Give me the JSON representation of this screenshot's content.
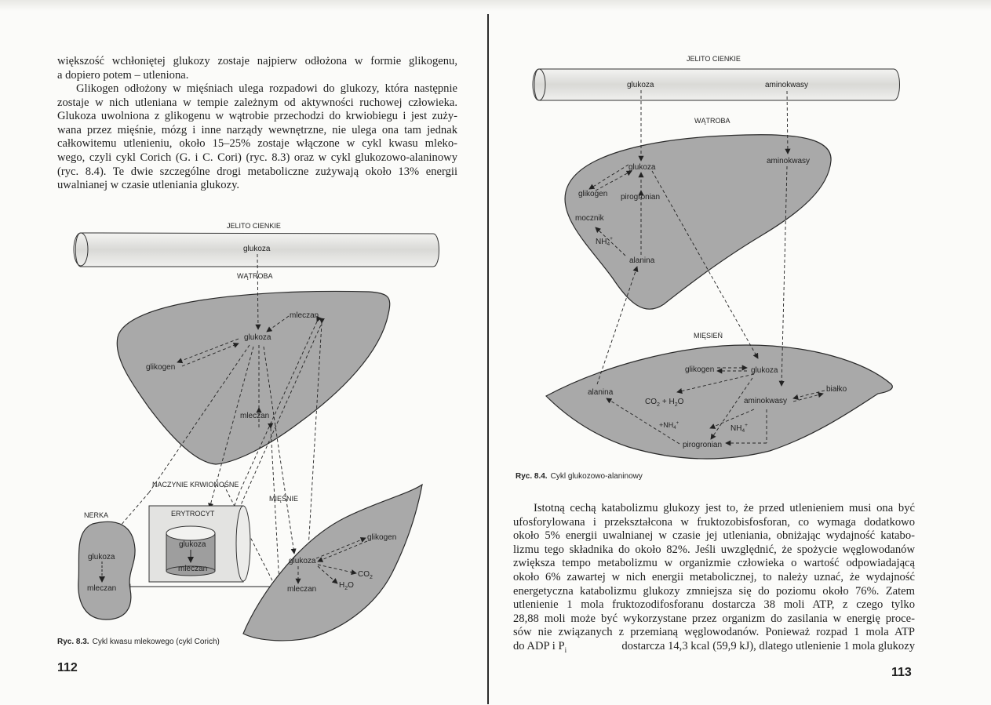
{
  "left_page": {
    "paragraphs": [
      {
        "lines": [
          "większość wchłoniętej glukozy zostaje najpierw odłożona w formie glikogenu,",
          "a dopiero potem – utleniona."
        ]
      },
      {
        "lines": [
          "Glikogen odłożony w mięśniach ulega rozpadowi do glukozy, która następnie",
          "zostaje w nich utleniana w tempie zależnym od aktywności ruchowej człowieka.",
          "Glukoza uwolniona z glikogenu w wątrobie przechodzi do krwiobiegu i jest zuży-",
          "wana przez mięśnie, mózg i inne narządy wewnętrzne, nie ulega ona tam jednak",
          "całkowitemu utlenieniu, około 15–25% zostaje włączone w cykl kwasu mleko-",
          "wego, czyli cykl Corich (G. i C. Cori) (ryc. 8.3) oraz w cykl glukozowo-alaninowy",
          "(ryc. 8.4). Te dwie szczególne drogi metaboliczne zużywają około 13% energii",
          "uwalnianej w czasie utleniania glukozy."
        ]
      }
    ],
    "figure": {
      "caption_num": "Ryc. 8.3.",
      "caption_text": "Cykl kwasu mlekowego (cykl Corich)",
      "labels": {
        "intestine": "JELITO CIENKIE",
        "intestine_glucose": "glukoza",
        "liver": "WĄTROBA",
        "liver_lactate_top": "mleczan",
        "liver_glucose": "glukoza",
        "liver_glycogen": "glikogen",
        "liver_lactate_mid": "mleczan",
        "vessels": "NACZYNIE KRWIONOŚNE",
        "muscle": "MIĘŚNIE",
        "kidney": "NERKA",
        "kidney_glucose": "glukoza",
        "kidney_lactate": "mleczan",
        "erythrocyte": "ERYTROCYT",
        "ery_glucose": "glukoza",
        "ery_lactate": "mleczan",
        "muscle_glycogen": "glikogen",
        "muscle_glucose": "glukoza",
        "muscle_co2": "CO",
        "muscle_h2o": "H",
        "muscle_lactate": "mleczan"
      }
    },
    "page_number": "112"
  },
  "right_page": {
    "figure": {
      "caption_num": "Ryc. 8.4.",
      "caption_text": "Cykl glukozowo-alaninowy",
      "labels": {
        "intestine": "JELITO CIENKIE",
        "intestine_glucose": "glukoza",
        "intestine_amino": "aminokwasy",
        "liver": "WĄTROBA",
        "liver_amino": "aminokwasy",
        "liver_glucose": "glukoza",
        "liver_glycogen": "glikogen",
        "liver_pyruvate": "pirogronian",
        "liver_urea": "mocznik",
        "liver_nh4": "NH",
        "liver_alanine": "alanina",
        "muscle": "MIĘSIEŃ",
        "muscle_glycogen": "glikogen",
        "muscle_glucose": "glukoza",
        "muscle_protein": "białko",
        "muscle_alanine": "alanina",
        "muscle_co2": "CO",
        "muscle_h2o": "+ H",
        "muscle_amino": "aminokwasy",
        "muscle_nh4_left": "+NH",
        "muscle_nh4_right": "NH",
        "muscle_pyruvate": "pirogronian"
      }
    },
    "paragraph": {
      "lines": [
        "Istotną cechą katabolizmu glukozy jest to, że przed utlenieniem musi ona być",
        "ufosforylowana i przekształcona w fruktozobisfosforan, co wymaga dodatkowo",
        "około 5% energii uwalnianej w czasie jej utleniania, obniżając wydajność katabo-",
        "lizmu tego składnika do około 82%. Jeśli uwzględnić, że spożycie węglowodanów",
        "zwiększa tempo metabolizmu w organizmie człowieka o wartość odpowiadającą",
        "około 6% zawartej w nich energii metabolicznej, to należy uznać, że wydajność",
        "energetyczna katabolizmu glukozy zmniejsza się do poziomu około 76%. Zatem",
        "utlenienie 1 mola fruktozodifosforanu dostarcza 38 moli ATP, z czego tylko",
        "28,88 moli może być wykorzystane przez organizm do zasilania w energię proce-",
        "sów nie związanych z przemianą węglowodanów. Ponieważ rozpad 1 mola ATP",
        "do ADP i P",
        "dostarcza 14,3 kcal (59,9 kJ), dlatego utlenienie 1 mola glukozy"
      ]
    },
    "page_number": "113"
  },
  "colors": {
    "organ_fill": "#a9a9a9",
    "organ_stroke": "#2a2a2a",
    "tube_fill": "#e3e3e1",
    "ink": "#1f1f1f",
    "paper": "#fbfbf9"
  }
}
